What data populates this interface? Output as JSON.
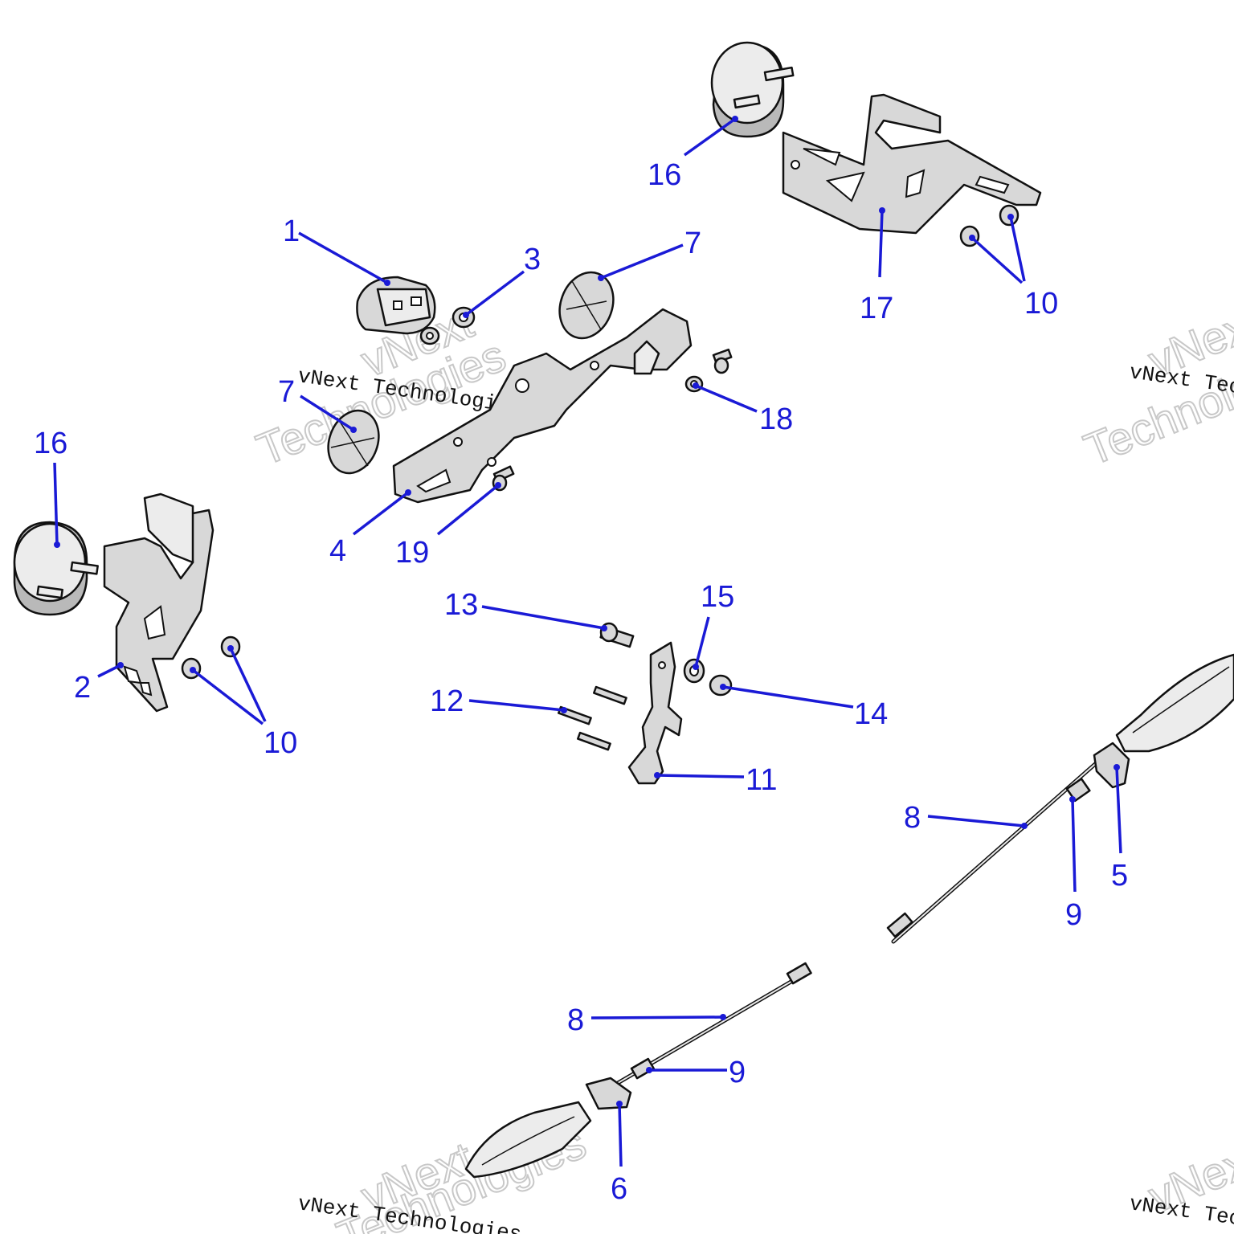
{
  "callouts": {
    "c1": "1",
    "c2": "2",
    "c3": "3",
    "c4": "4",
    "c5": "5",
    "c6": "6",
    "c7a": "7",
    "c7b": "7",
    "c8a": "8",
    "c8b": "8",
    "c9a": "9",
    "c9b": "9",
    "c10a": "10",
    "c10b": "10",
    "c11": "11",
    "c12": "12",
    "c13": "13",
    "c14": "14",
    "c15": "15",
    "c16a": "16",
    "c16b": "16",
    "c17": "17",
    "c18": "18",
    "c19": "19"
  },
  "watermark": {
    "line": "vNext Technologies",
    "word1": "vNext",
    "word2": "Technologies"
  },
  "colors": {
    "callout": "#1a1ad6",
    "part_fill": "#d8d8d8",
    "outline": "#111111"
  }
}
